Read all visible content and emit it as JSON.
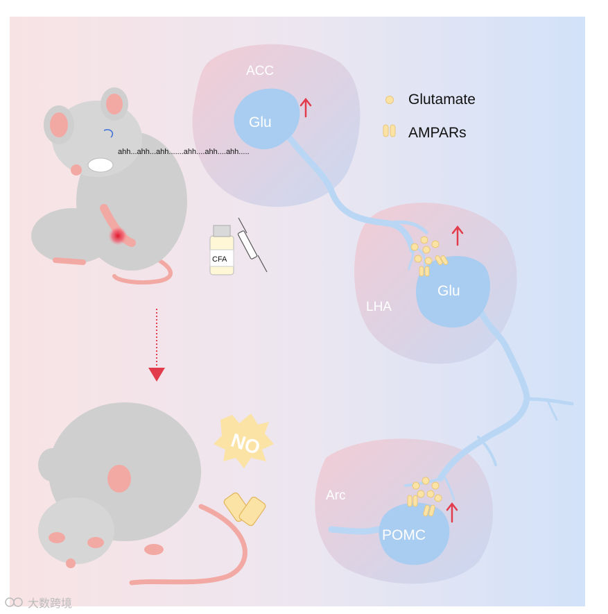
{
  "regions": {
    "acc": "ACC",
    "lha": "LHA",
    "arc": "Arc"
  },
  "neurons": {
    "acc_cell": "Glu",
    "lha_cell": "Glu",
    "arc_cell": "POMC"
  },
  "legend": {
    "glutamate": "Glutamate",
    "ampars": "AMPARs"
  },
  "mouse_sound": "ahh...ahh...ahh.......ahh....ahh....ahh.....",
  "vial_label": "CFA",
  "no_sign": "NO",
  "watermark": "大数跨境",
  "colors": {
    "bg_left": "#f8e3e4",
    "bg_right": "#d2e2f9",
    "cell_blue": "#a9cdf1",
    "axon_blue": "#b9d7f4",
    "region_pink": "#f3c9d1",
    "region_blue": "#c7d7f1",
    "vesicle": "#fbe2a5",
    "arrow_red": "#e23b4b",
    "mouse_grey": "#cfcfcf",
    "mouse_pink": "#f2a9a4"
  }
}
